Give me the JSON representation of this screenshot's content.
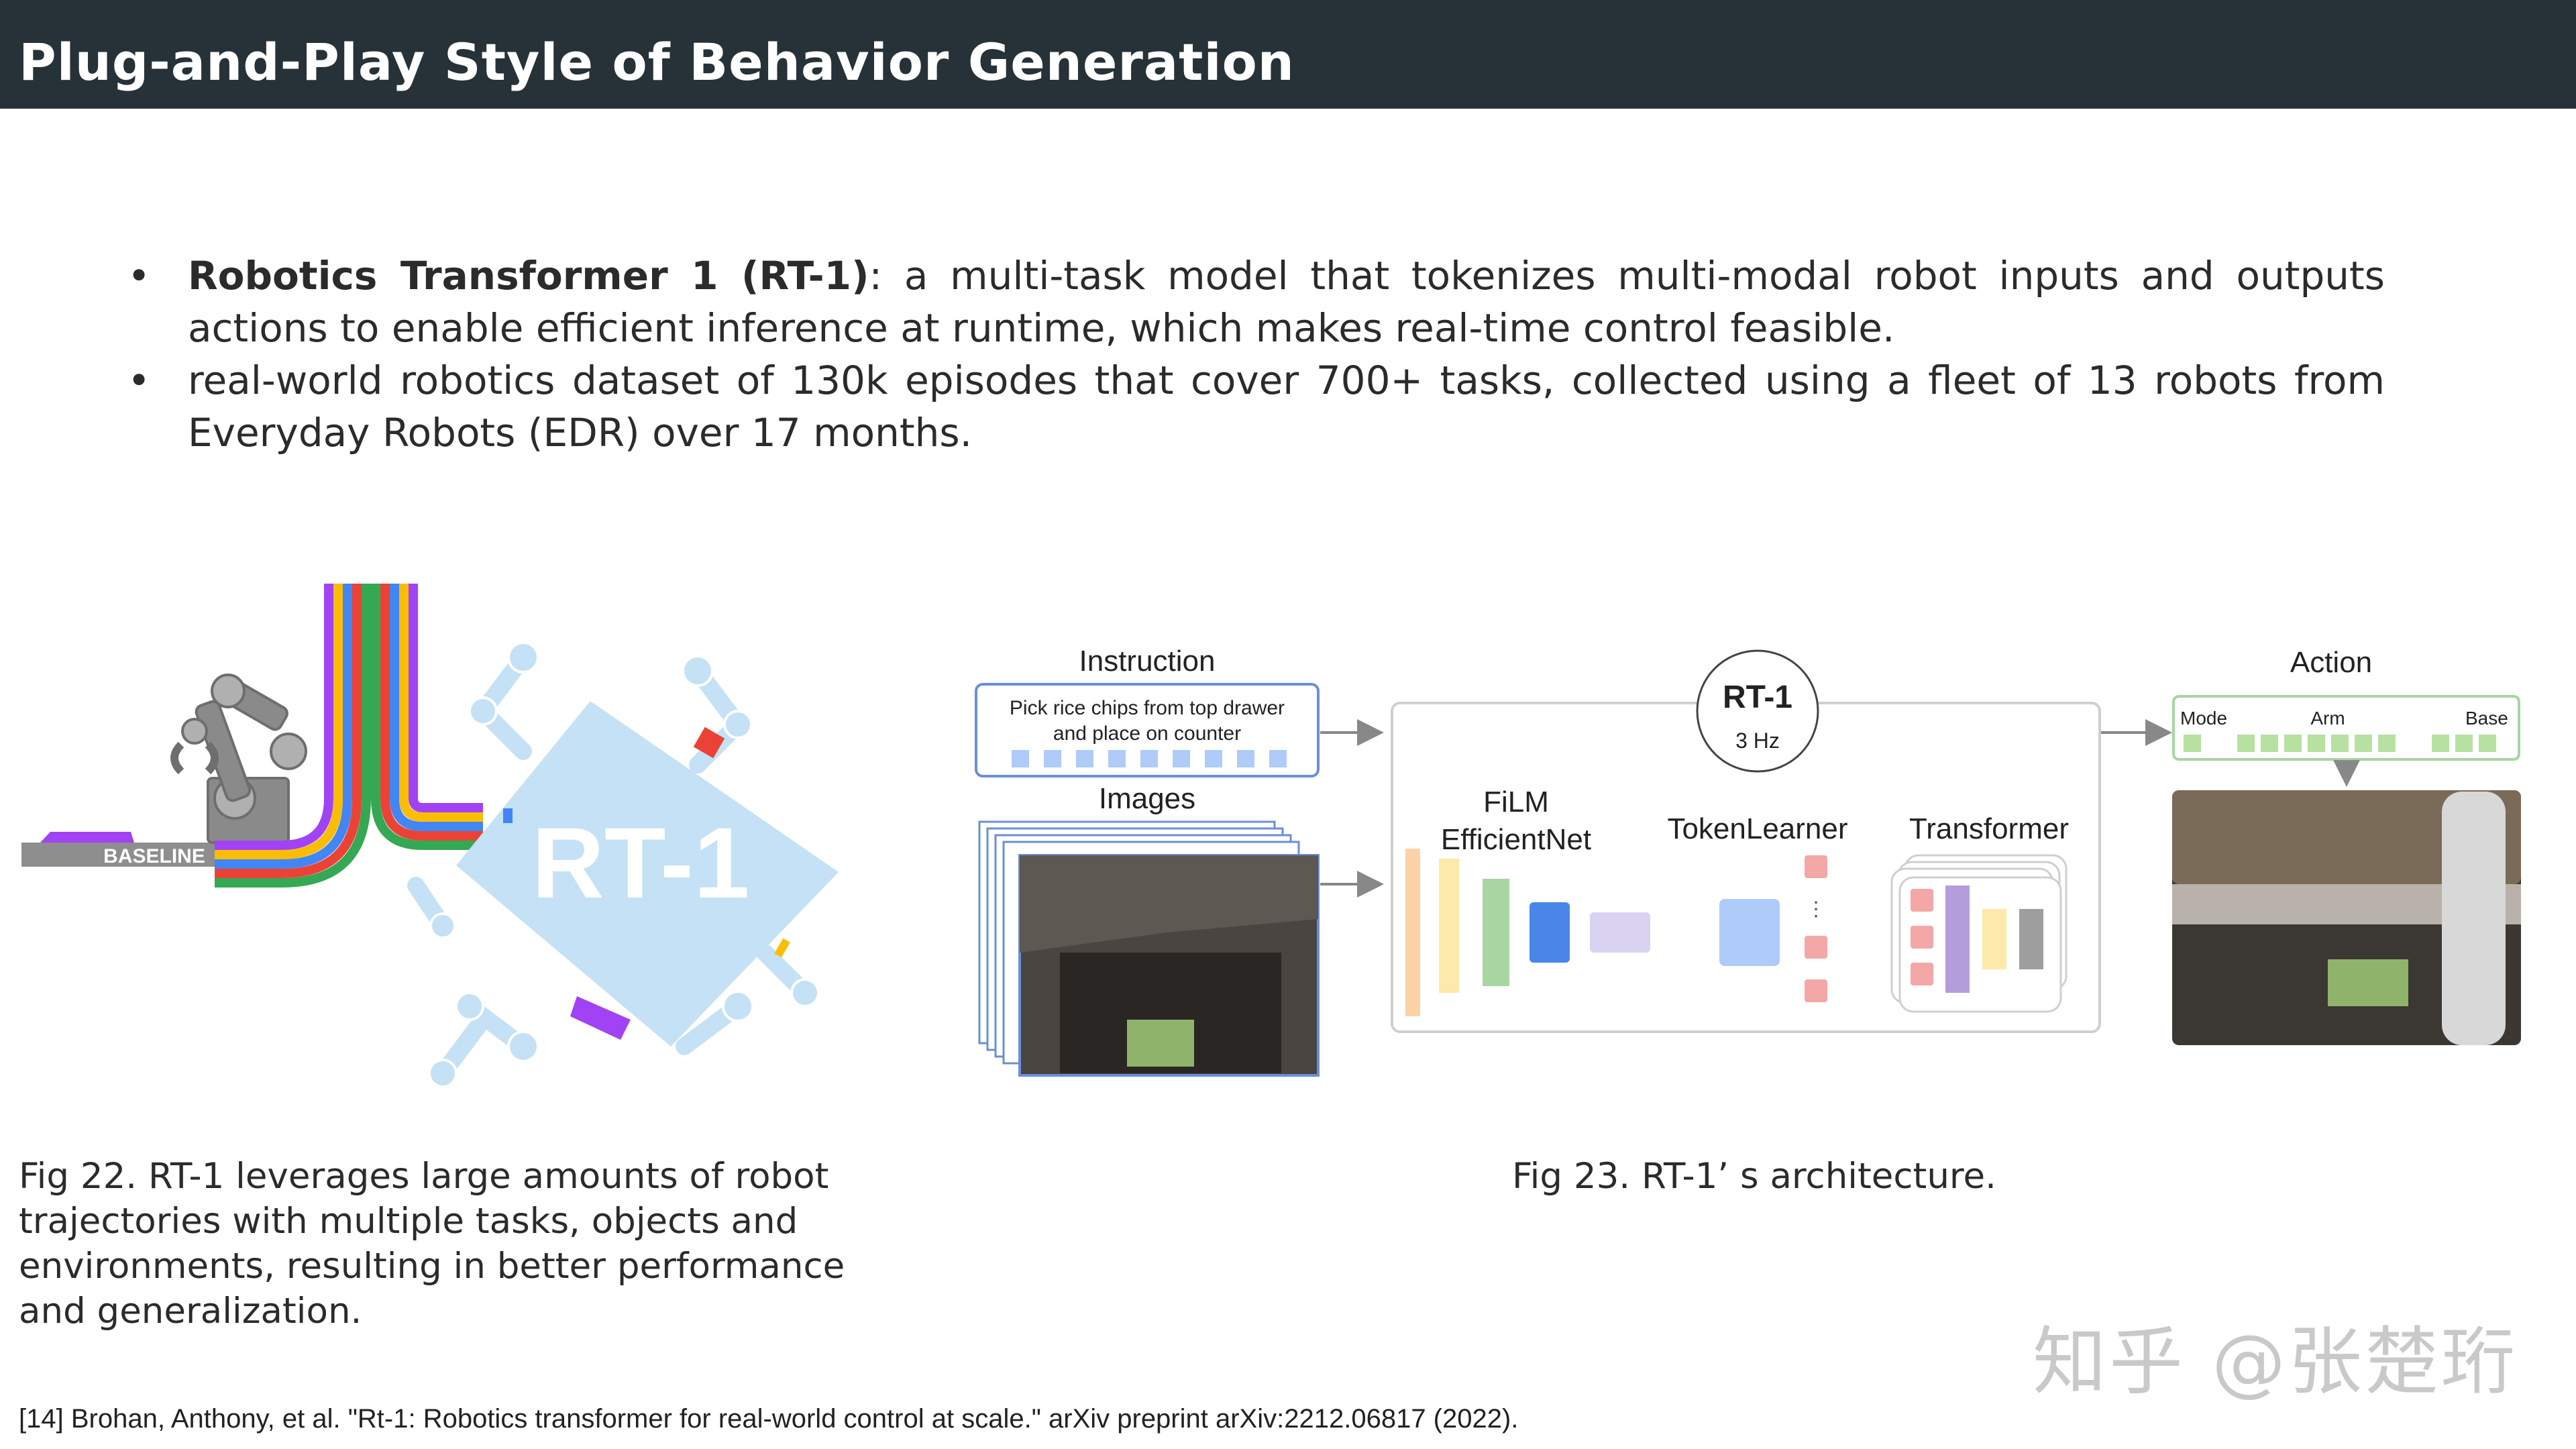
{
  "header": {
    "title": "Plug-and-Play Style of Behavior Generation"
  },
  "bullets": [
    {
      "bold": "Robotics Transformer 1 (RT-1)",
      "text": ": a multi-task model that tokenizes multi-modal robot inputs and outputs actions to enable efficient inference at runtime, which makes real-time control feasible."
    },
    {
      "bold": "",
      "text": "real-world robotics dataset of 130k episodes that cover 700+ tasks, collected using a fleet of 13 robots from Everyday Robots (EDR) over 17 months."
    }
  ],
  "fig22": {
    "baseline_label": "BASELINE",
    "rt1_label": "RT-1",
    "caption": "Fig 22. RT-1 leverages large amounts of robot trajectories with multiple tasks, objects and environments, resulting in better performance and generalization.",
    "colors": {
      "stripes": [
        "#34a853",
        "#ea4335",
        "#4285f4",
        "#fbbc04",
        "#a142f4"
      ],
      "arm_light": "#c4e1f6",
      "arm_dark": "#8a8a8a",
      "purple": "#a142f4",
      "red": "#ea4335"
    }
  },
  "fig23": {
    "instruction_label": "Instruction",
    "instruction_text_line1": "Pick rice chips from top drawer",
    "instruction_text_line2": "and place on counter",
    "images_label": "Images",
    "model_name": "RT-1",
    "model_rate": "3 Hz",
    "film_label_line1": "FiLM",
    "film_label_line2": "EfficientNet",
    "tokenlearner_label": "TokenLearner",
    "transformer_label": "Transformer",
    "action_label": "Action",
    "action_mode": "Mode",
    "action_arm": "Arm",
    "action_base": "Base",
    "caption": "Fig 23. RT-1’ s architecture.",
    "colors": {
      "token_blue": "#aecbfa",
      "token_green": "#b7e1a1",
      "orange": "#fbd3a6",
      "yellow": "#fde9a9",
      "green": "#a8d5a2",
      "blue": "#4a86e8",
      "lavender": "#d9d2f0",
      "pink": "#f4a7a7",
      "purple": "#b39ddb",
      "grey": "#9e9e9e"
    }
  },
  "reference": "[14] Brohan, Anthony, et al. \"Rt-1: Robotics transformer for real-world control at scale.\" arXiv preprint arXiv:2212.06817 (2022).",
  "watermark": "知乎 @张楚珩"
}
